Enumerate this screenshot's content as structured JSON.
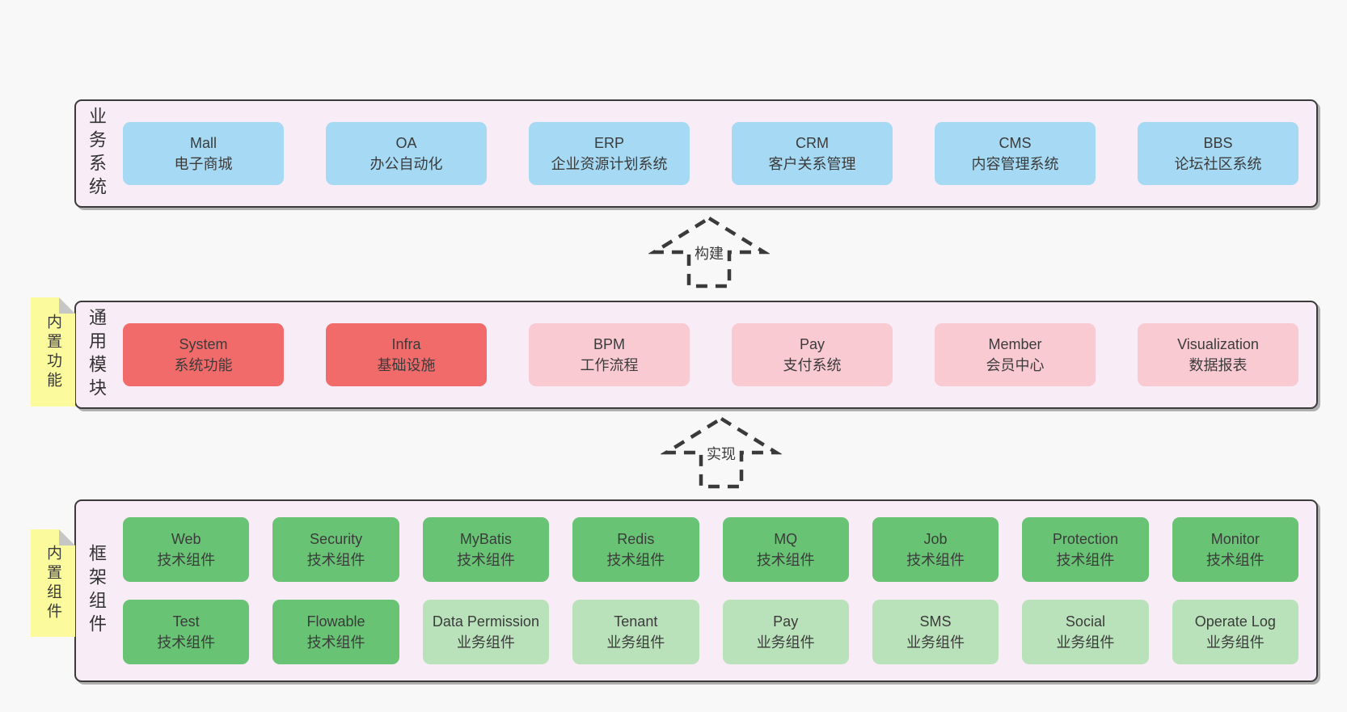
{
  "layers": [
    {
      "label": "业务系统",
      "boxes": [
        {
          "en": "Mall",
          "zh": "电子商城"
        },
        {
          "en": "OA",
          "zh": "办公自动化"
        },
        {
          "en": "ERP",
          "zh": "企业资源计划系统"
        },
        {
          "en": "CRM",
          "zh": "客户关系管理"
        },
        {
          "en": "CMS",
          "zh": "内容管理系统"
        },
        {
          "en": "BBS",
          "zh": "论坛社区系统"
        }
      ]
    },
    {
      "label": "通用模块",
      "note": "内置功能",
      "boxes": [
        {
          "en": "System",
          "zh": "系统功能"
        },
        {
          "en": "Infra",
          "zh": "基础设施"
        },
        {
          "en": "BPM",
          "zh": "工作流程"
        },
        {
          "en": "Pay",
          "zh": "支付系统"
        },
        {
          "en": "Member",
          "zh": "会员中心"
        },
        {
          "en": "Visualization",
          "zh": "数据报表"
        }
      ]
    },
    {
      "label": "框架组件",
      "note": "内置组件",
      "boxes": [
        {
          "en": "Web",
          "zh": "技术组件"
        },
        {
          "en": "Security",
          "zh": "技术组件"
        },
        {
          "en": "MyBatis",
          "zh": "技术组件"
        },
        {
          "en": "Redis",
          "zh": "技术组件"
        },
        {
          "en": "MQ",
          "zh": "技术组件"
        },
        {
          "en": "Job",
          "zh": "技术组件"
        },
        {
          "en": "Protection",
          "zh": "技术组件"
        },
        {
          "en": "Monitor",
          "zh": "技术组件"
        },
        {
          "en": "Test",
          "zh": "技术组件"
        },
        {
          "en": "Flowable",
          "zh": "技术组件"
        },
        {
          "en": "Data Permission",
          "zh": "业务组件"
        },
        {
          "en": "Tenant",
          "zh": "业务组件"
        },
        {
          "en": "Pay",
          "zh": "业务组件"
        },
        {
          "en": "SMS",
          "zh": "业务组件"
        },
        {
          "en": "Social",
          "zh": "业务组件"
        },
        {
          "en": "Operate Log",
          "zh": "业务组件"
        }
      ]
    }
  ],
  "arrows": [
    {
      "label": "构建"
    },
    {
      "label": "实现"
    }
  ],
  "colors": {
    "page_bg": "#f8f8f8",
    "container_bg": "#f8edf6",
    "container_border": "#3b3b3b",
    "box_blue": "#a6d9f3",
    "box_red": "#f16b6b",
    "box_pink": "#facad3",
    "box_green": "#69c375",
    "box_lightgreen": "#b9e2bb",
    "note_yellow": "#fbfa9c",
    "note_fold_grey": "#c6c6c6",
    "text": "#3b3b3b"
  }
}
